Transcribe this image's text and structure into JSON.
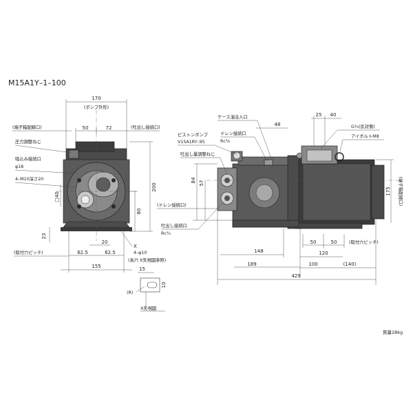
{
  "title": "M15A1Y–1–100",
  "mass": "質量28kg",
  "left_view": {
    "dims": {
      "d170": "170",
      "d50": "50",
      "d72": "72",
      "d200": "200",
      "d80": "80",
      "d40": "□40",
      "d23": "23",
      "d20": "20",
      "d625a": "62.5",
      "d625b": "62.5",
      "d155": "155",
      "d15": "15",
      "d10": "10"
    },
    "labels": {
      "pump_outline": "(ポンプ外形)",
      "terminal_box": "(端子箱配線口)",
      "discharge_port": "(吐出し接続口)",
      "pressure_screw": "圧力調整ねじ",
      "suction_port": "吸込み接続口",
      "suction_size": "φ18",
      "m10": "4–M10深さ20",
      "mount_pitch": "(取付穴ピッチ)",
      "x_mark": "X",
      "holes": "4–φ10",
      "long_hole": "(長穴  X矢視図参照)",
      "r_mark": "(R)",
      "x_view": "X矢視図"
    }
  },
  "right_view": {
    "dims": {
      "d25": "25",
      "d40": "40",
      "d48": "48",
      "d84": "84",
      "d57": "57",
      "d175": "175",
      "d148": "148",
      "d50a": "50",
      "d50b": "50",
      "d189": "189",
      "d100": "100",
      "d120": "120",
      "d140": "(140)",
      "d429": "429"
    },
    "labels": {
      "case_oil": "ケース油注入口",
      "piston_pump": "ピストンポンプ",
      "pump_model": "V15A1RY–95",
      "drain_port": "ドレン接続口",
      "rc38": "Rc⅜",
      "g34": "G¾(反対側)",
      "eyebolt": "アイボルトM8",
      "flow_screw": "吐出し量調整ねじ",
      "terminal_box_v": "(端子箱配線口)",
      "drain_port_2": "(ドレン接続口)",
      "discharge_port": "吐出し接続口",
      "rc34": "Rc¾",
      "mount_pitch": "(取付穴ピッチ)"
    }
  }
}
